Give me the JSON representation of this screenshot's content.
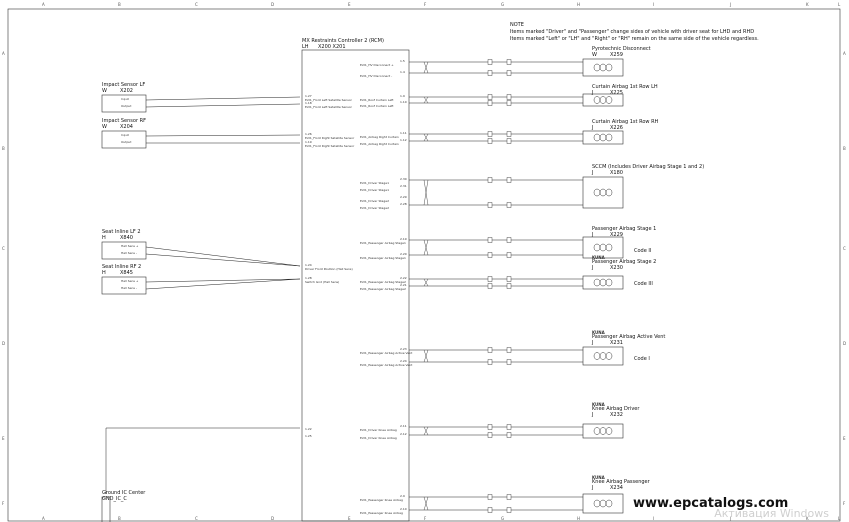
{
  "grid": {
    "columns": [
      "A",
      "B",
      "C",
      "D",
      "E",
      "F",
      "G",
      "H",
      "I",
      "J",
      "K",
      "L"
    ],
    "rows": [
      "A",
      "B",
      "C",
      "D",
      "E",
      "F",
      "G"
    ]
  },
  "note": {
    "title": "NOTE",
    "line1": "Items marked \"Driver\" and \"Passenger\" change sides of vehicle with driver seat for LHD and RHD",
    "line2": "Items marked \"Left\" or \"LH\" and \"Right\" or \"RH\" remain on the same side of the vehicle regardless."
  },
  "controller": {
    "name": "MX Restraints Controller 2 (RCM)",
    "code": "LH",
    "connectors": "X200  X201",
    "pins_left": [
      {
        "pin": "1.27",
        "label": "Ext1_Front Left Satellite Sensor"
      },
      {
        "pin": "1.18",
        "label": "Ext1_Front Left Satellite Sensor"
      },
      {
        "pin": "1.26",
        "label": "Ext1_Front Right Satellite Sensor"
      },
      {
        "pin": "1.19",
        "label": "Ext1_Front Right Satellite Sensor"
      },
      {
        "pin": "1.24",
        "label": "Driver Front Position (Hall Sens)"
      },
      {
        "pin": "1.28",
        "label": "Switch Gnd (Hall Sens)"
      },
      {
        "pin": "1.22",
        "label": ""
      },
      {
        "pin": "1.25",
        "label": ""
      }
    ],
    "pins_right": [
      {
        "pin": "1.5",
        "label": "Ext1_HV Disconnect +"
      },
      {
        "pin": "1.4",
        "label": "Ext1_HV Disconnect -"
      },
      {
        "pin": "1.9",
        "label": "Ext1_Roof Curtain Left"
      },
      {
        "pin": "1.10",
        "label": "Ext1_Roof Curtain Left"
      },
      {
        "pin": "1.11",
        "label": "Ext1_Airbag Right Curtain"
      },
      {
        "pin": "1.12",
        "label": "Ext1_Airbag Right Curtain"
      },
      {
        "pin": "2.30",
        "label": "Ext1_Driver Stage1"
      },
      {
        "pin": "2.31",
        "label": "Ext1_Driver Stage1"
      },
      {
        "pin": "2.29",
        "label": "Ext1_Driver Stage2"
      },
      {
        "pin": "2.28",
        "label": "Ext1_Driver Stage2"
      },
      {
        "pin": "2.19",
        "label": "Ext1_Passenger Airbag Stage1"
      },
      {
        "pin": "2.20",
        "label": "Ext1_Passenger Airbag Stage1"
      },
      {
        "pin": "2.22",
        "label": "Ext1_Passenger Airbag Stage2"
      },
      {
        "pin": "2.21",
        "label": "Ext1_Passenger Airbag Stage2"
      },
      {
        "pin": "2.23",
        "label": "Ext1_Passenger Airbag Active Vent"
      },
      {
        "pin": "2.24",
        "label": "Ext1_Passenger Airbag Active Vent"
      },
      {
        "pin": "2.11",
        "label": "Ext1_Driver Knee Airbag"
      },
      {
        "pin": "2.12",
        "label": "Ext1_Driver Knee Airbag"
      },
      {
        "pin": "2.9",
        "label": "Ext1_Passenger Knee Airbag"
      },
      {
        "pin": "2.10",
        "label": "Ext1_Passenger Knee Airbag"
      }
    ]
  },
  "left_components": [
    {
      "name": "Impact Sensor LF",
      "code": "W",
      "conn": "X202",
      "pins": [
        "Input",
        "Output"
      ]
    },
    {
      "name": "Impact Sensor RF",
      "code": "W",
      "conn": "X204",
      "pins": [
        "Input",
        "Output"
      ]
    },
    {
      "name": "Seat Inline LF 2",
      "code": "H",
      "conn": "X840",
      "pins": [
        "Hall Sens +",
        "Hall Sens -"
      ]
    },
    {
      "name": "Seat Inline RF 2",
      "code": "H",
      "conn": "X845",
      "pins": [
        "Hall Sens +",
        "Hall Sens -"
      ]
    },
    {
      "name": "Ground IC Center",
      "code": "GND_IC_C",
      "conn": "",
      "pins": []
    }
  ],
  "right_components": [
    {
      "name": "Pyrotechnic Disconnect",
      "code": "W",
      "conn": "X259",
      "tag": "",
      "extra": ""
    },
    {
      "name": "Curtain Airbag 1st Row LH",
      "code": "J",
      "conn": "X225",
      "tag": "",
      "extra": ""
    },
    {
      "name": "Curtain Airbag 1st Row RH",
      "code": "J",
      "conn": "X226",
      "tag": "",
      "extra": ""
    },
    {
      "name": "SCCM (Includes Driver Airbag Stage 1 and 2)",
      "code": "J",
      "conn": "X180",
      "tag": "",
      "extra": ""
    },
    {
      "name": "Passenger Airbag Stage 1",
      "code": "J",
      "conn": "X229",
      "tag": "",
      "extra": "Code II"
    },
    {
      "name": "Passenger Airbag Stage 2",
      "code": "J",
      "conn": "X230",
      "tag": "KUNA",
      "extra": "Code III"
    },
    {
      "name": "Passenger Airbag Active Vent",
      "code": "J",
      "conn": "X231",
      "tag": "KUNA",
      "extra": "Code I"
    },
    {
      "name": "Knee Airbag Driver",
      "code": "J",
      "conn": "X232",
      "tag": "KUNA",
      "extra": ""
    },
    {
      "name": "Knee Airbag Passenger",
      "code": "J",
      "conn": "X234",
      "tag": "KUNA",
      "extra": ""
    }
  ],
  "watermark": {
    "text": "www.epcatalogs.com",
    "sub": "Активация Windows"
  }
}
